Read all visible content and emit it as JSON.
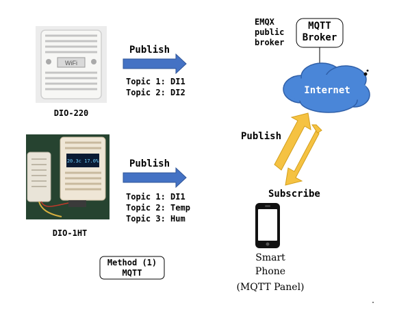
{
  "devices": [
    {
      "name": "DIO-220",
      "screen_text": "WiFi"
    },
    {
      "name": "DIO-1HT",
      "screen_text": "20.3c  17.0%"
    }
  ],
  "arrows": [
    {
      "label": "Publish",
      "topics": [
        "Topic 1: DI1",
        "Topic 2: DI2"
      ]
    },
    {
      "label": "Publish",
      "topics": [
        "Topic 1: DI1",
        "Topic 2: Temp",
        "Topic 3: Hum"
      ]
    }
  ],
  "broker": {
    "caption_lines": [
      "EMQX",
      "public",
      "broker"
    ],
    "box_lines": [
      "MQTT",
      "Broker"
    ]
  },
  "cloud_label": "Internet",
  "link": {
    "publish": "Publish",
    "subscribe": "Subscribe"
  },
  "phone": {
    "lines": [
      "Smart",
      "Phone",
      "(MQTT Panel)"
    ]
  },
  "method": {
    "lines": [
      "Method (1)",
      "MQTT"
    ]
  },
  "colors": {
    "arrow_blue": "#4472C4",
    "cloud_blue": "#4A86D8",
    "arrow_gold": "#F5C242"
  }
}
